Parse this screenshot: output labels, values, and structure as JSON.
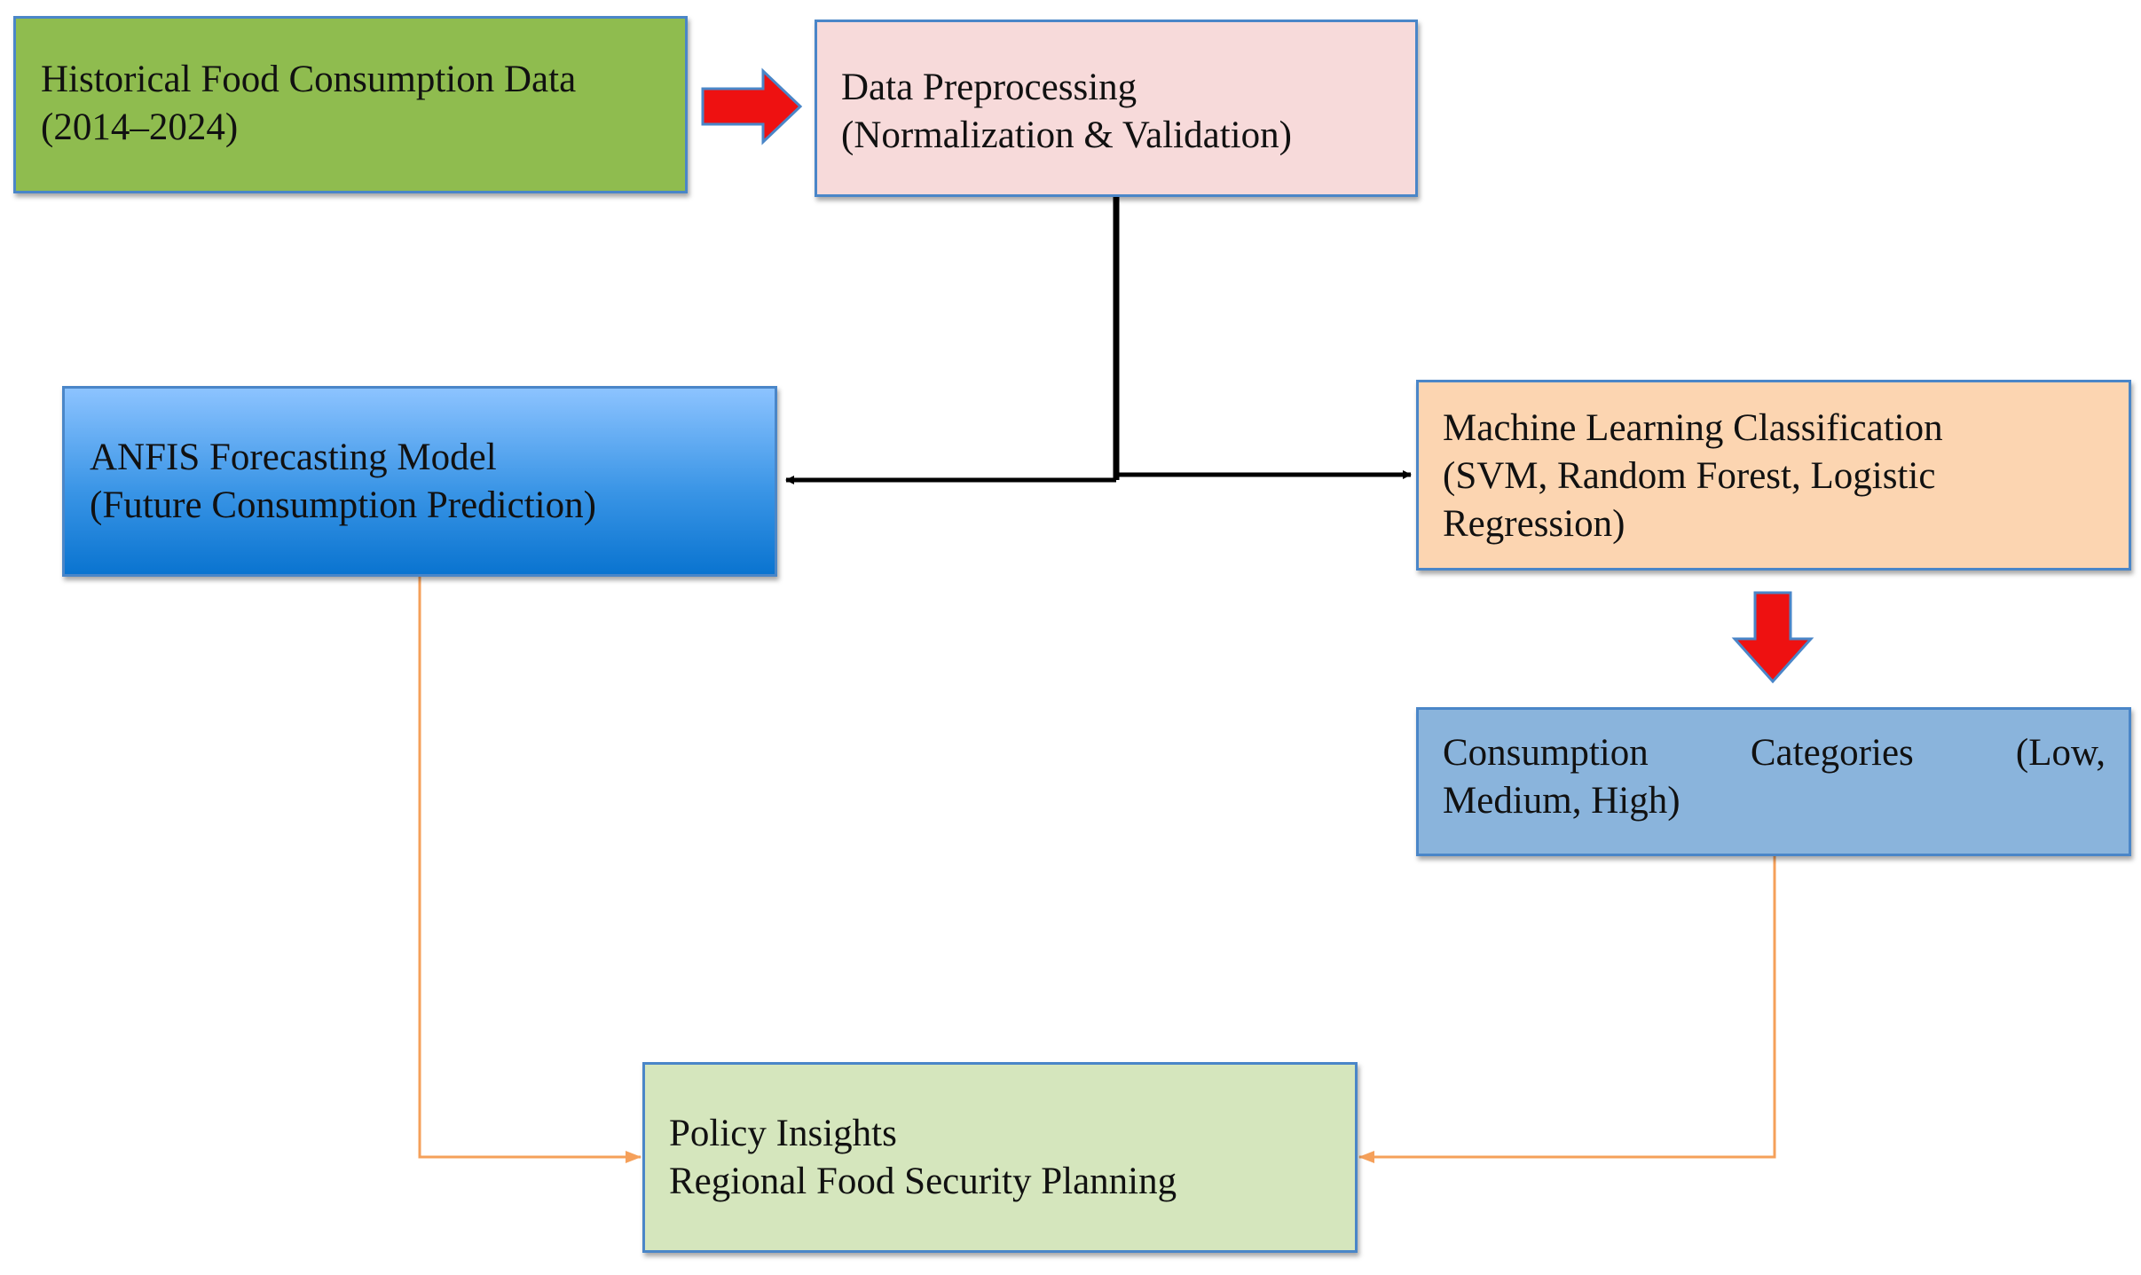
{
  "nodes": {
    "historical_data": {
      "line1": "Historical Food Consumption Data",
      "line2": "(2014–2024)"
    },
    "preprocessing": {
      "line1": "Data Preprocessing",
      "line2": "(Normalization & Validation)"
    },
    "anfis": {
      "line1": "ANFIS Forecasting Model",
      "line2": "(Future Consumption Prediction)"
    },
    "ml_classification": {
      "line1": "Machine Learning Classification",
      "line2": "(SVM, Random Forest, Logistic",
      "line3": "Regression)"
    },
    "categories": {
      "w1": "Consumption",
      "w2": "Categories",
      "w3": "(Low,",
      "line2": "Medium, High)"
    },
    "policy": {
      "line1": "Policy Insights",
      "line2": "Regional Food Security Planning"
    }
  },
  "colors": {
    "green_box": "#8fbc4f",
    "pink_box": "#f7dada",
    "blue_gradient_box": "#0a74d0",
    "orange_box": "#fcd5b1",
    "steel_blue_box": "#8ab4dc",
    "light_green_box": "#d5e6bd",
    "box_border": "#4a86c8",
    "red_arrow": "#ee1111",
    "black_connector": "#000000",
    "orange_connector": "#f5a05a"
  }
}
